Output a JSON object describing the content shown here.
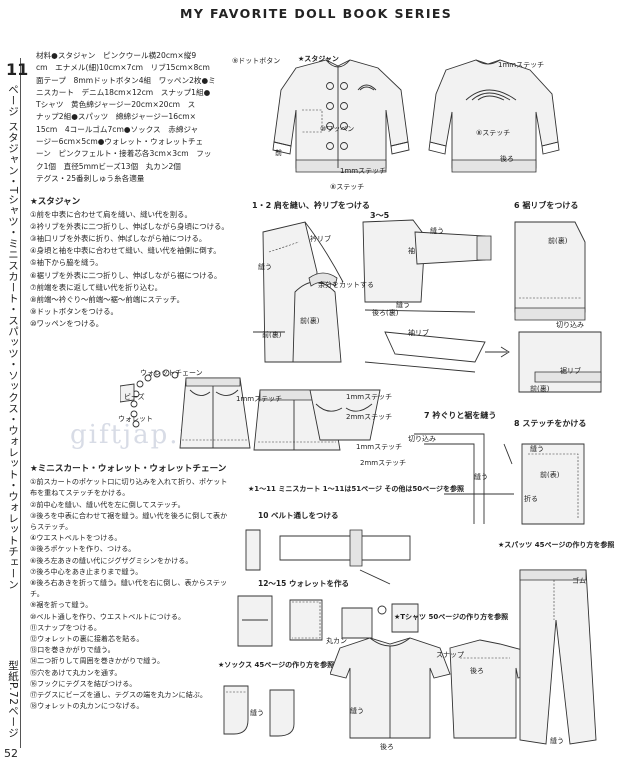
{
  "header": {
    "title": "MY FAVORITE DOLL BOOK SERIES"
  },
  "page_number": "52",
  "chapter_number": "11",
  "chapter_title": "ページ スタジャン・Tシャツ・ミニスカート・スパッツ・ソックス・ウォレット・ウォレットチェーン",
  "pattern_ref": "型紙P.72ページ",
  "watermark": "giftjap.info",
  "materials": [
    "材料●スタジャン　ピンクウール横20cm×縦9",
    "cm　エナメル(細)10cm×7cm　リブ15cm×8cm",
    "面テープ　8mmドットボタン4組　ワッペン2枚●ミ",
    "ニスカート　デニム18cm×12cm　スナップ1組●",
    "Tシャツ　黄色綿ジャージー20cm×20cm　ス",
    "ナップ2組●スパッツ　綿綿ジャージー16cm×",
    "15cm　4コールゴム7cm●ソックス　赤綿ジャ",
    "ージー6cm×5cm●ウォレット・ウォレットチェ",
    "ーン　ピンクフェルト・接着芯各3cm×3cm　フッ",
    "ク1個　直径5mmビーズ13個　丸カン2個",
    "テグス・25番刺しゅう糸各適量"
  ],
  "jacket_steps": {
    "title": "★スタジャン",
    "items": [
      "①前を中表に合わせて肩を縫い、縫い代を割る。",
      "②衿リブを外表に二つ折りし、伸ばしながら身頃につける。",
      "③袖口リブを外表に折り、伸ばしながら袖につける。",
      "④身頃と袖を中表に合わせて縫い、縫い代を袖側に倒す。",
      "⑤袖下から脇を縫う。",
      "⑥裾リブを外表に二つ折りし、伸ばしながら裾につける。",
      "⑦前端を表に返して縫い代を折り込む。",
      "⑧前端～衿ぐり～前端～裾～前端にステッチ。",
      "⑨ドットボタンをつける。",
      "⑩ワッペンをつける。"
    ]
  },
  "skirt_steps": {
    "title": "★ミニスカート・ウォレット・ウォレットチェーン",
    "items": [
      "①前スカートのポケット口に切り込みを入れて折り、ポケット布を重ねてステッチをかける。",
      "②前中心を縫い、縫い代を左に倒してステッチ。",
      "③後ろを中表に合わせて裾を縫う。縫い代を後ろに倒して表からステッチ。",
      "④ウエストベルトをつける。",
      "⑤後ろポケットを作り、つける。",
      "⑥後ろ左あきの縫い代にジグザグミシンをかける。",
      "⑦後ろ中心をあき止まりまで縫う。",
      "⑧後ろ右あきを折って縫う。縫い代を右に倒し、表からステッチ。",
      "⑨裾を折って縫う。",
      "⑩ベルト通しを作り、ウエストベルトにつける。",
      "⑪スナップをつける。",
      "⑫ウォレットの裏に接着芯を貼る。",
      "⑬口を巻きかがりで縫う。",
      "⑭二つ折りして周囲を巻きかがりで縫う。",
      "⑮穴をあけて丸カンを通す。",
      "⑯フックにテグスを結びつける。",
      "⑰テグスにビーズを通し、テグスの端を丸カンに結ぶ。",
      "⑱ウォレットの丸カンにつなげる。"
    ]
  },
  "labels": {
    "jacket_front": "★スタジャン",
    "dot_button": "⑨ドットボタン",
    "wappen": "⑩ワッペン",
    "stitch_1mm": "1mmステッチ",
    "stitch_8": "⑧ステッチ",
    "back": "後ろ",
    "front": "前",
    "step12": "1・2 肩を縫い、衿リブをつける",
    "step35": "3～5",
    "step6": "6 裾リブをつける",
    "step7": "7 衿ぐりと裾を縫う",
    "step8": "8 ステッチをかける",
    "sleeve": "袖",
    "collar_rib": "衿リブ",
    "cuff_rib": "袖リブ",
    "hem_rib": "裾リブ",
    "front_back": "前(裏)",
    "back_back": "後ろ(裏)",
    "front_face": "前(表)",
    "cut_excess": "余分をカットする",
    "sew": "縫う",
    "fold": "折る",
    "cut_in": "切り込み",
    "beads": "ビーズ",
    "wallet_chain": "ウォレットチェーン",
    "wallet": "ウォレット",
    "stitch_2mm": "2mmステッチ",
    "stitch_1mm_b": "1mmステッチ",
    "tshirt_ref": "★Tシャツ 50ページの作り方を参照",
    "spats_ref": "★スパッツ 45ページの作り方を参照",
    "socks_ref": "★ソックス 45ページの作り方を参照",
    "skirt_ref": "★1～11 ミニスカート 1～11は51ページ その他は50ページを参照",
    "belt_loop": "10 ベルト通しをつける",
    "wallet_make": "12～15 ウォレットを作る",
    "snap": "スナップ",
    "o_ring": "丸カン",
    "rubber": "ゴム"
  }
}
